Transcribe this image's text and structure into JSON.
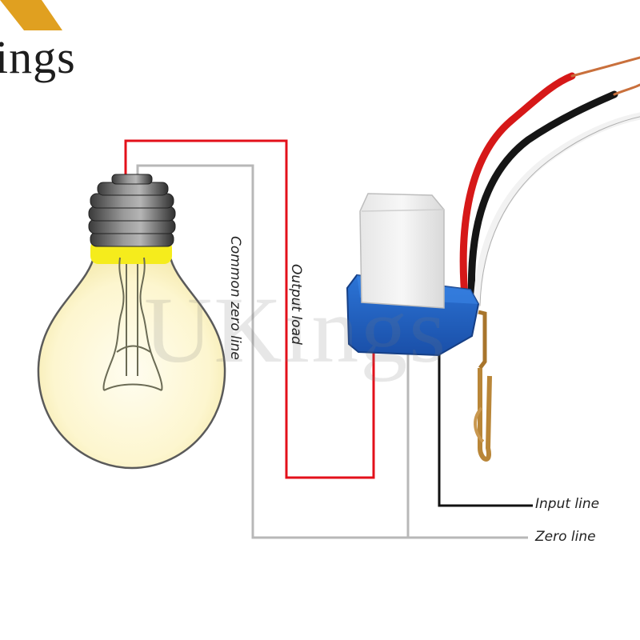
{
  "logo": {
    "text": "ings"
  },
  "watermark": {
    "text": "UKings"
  },
  "labels": {
    "input_line": "Input line",
    "zero_line": "Zero line",
    "output_load": "Output load",
    "common_zero_line": "Common zero line"
  },
  "colors": {
    "live_wire": "#e3101a",
    "neutral_wire": "#b8b8b8",
    "input_wire": "#111111",
    "sensor_base": "#1f5fbf",
    "sensor_cap": "#eeeeee",
    "logo_accent": "#e0a020"
  }
}
